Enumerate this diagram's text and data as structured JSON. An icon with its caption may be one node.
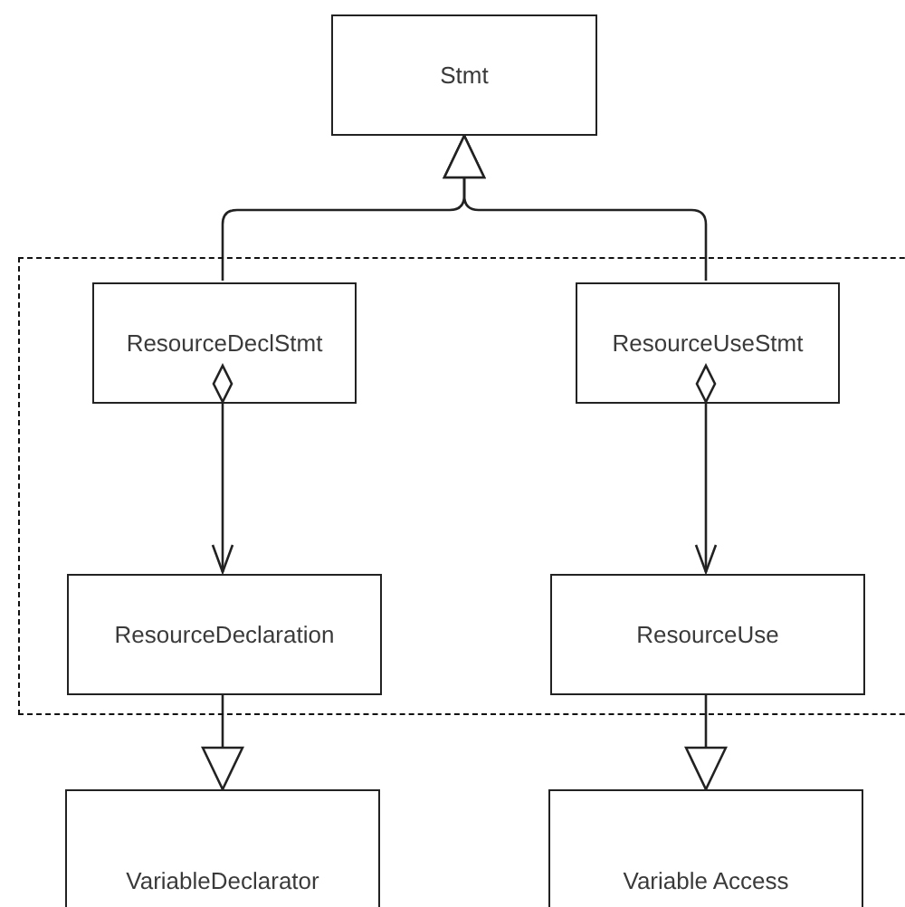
{
  "diagram": {
    "nodes": [
      {
        "text": [
          "Stmt"
        ]
      },
      {
        "text": [],
        "shape": "box"
      },
      {
        "text": [
          "ResourceDeclStmt"
        ],
        "in": 1
      },
      {
        "text": [
          "ResourceUseStmt"
        ],
        "in": 1
      },
      {
        "text": [
          "ResourceDeclaration"
        ],
        "in": 1
      },
      {
        "text": [
          "ResourceUse"
        ],
        "in": 1
      },
      {
        "text": [
          "VariableDeclarator"
        ]
      },
      {
        "text": [
          "Variable Access"
        ]
      }
    ],
    "edges": [
      {
        "from": 2,
        "to": 0,
        "arrow": "to"
      },
      {
        "from": 3,
        "to": 0,
        "arrow": "to"
      },
      {
        "from": 2,
        "to": 4,
        "arrow": "to"
      },
      {
        "from": 3,
        "to": 5,
        "arrow": "to"
      },
      {
        "from": 4,
        "to": 6,
        "arrow": "to"
      },
      {
        "from": 5,
        "to": 7,
        "arrow": "to"
      }
    ]
  }
}
